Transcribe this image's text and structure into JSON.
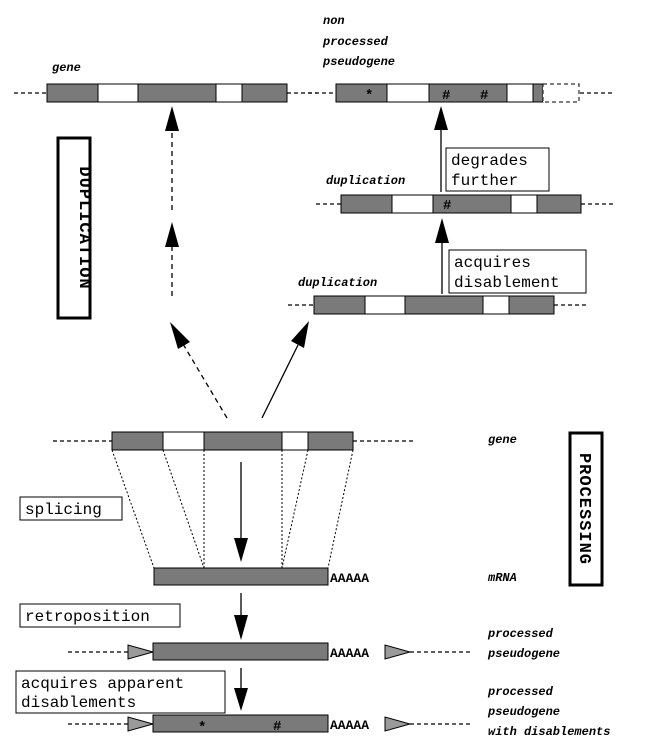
{
  "labels": {
    "gene_top": "gene",
    "non_processed_pseudogene": [
      "non",
      "processed",
      "pseudogene"
    ],
    "duplication_upper": "duplication",
    "duplication_lower": "duplication",
    "degrades_further": [
      "degrades",
      "further"
    ],
    "acquires_disablement": [
      "acquires",
      "disablement"
    ],
    "gene_right": "gene",
    "mrna": "mRNA",
    "processed_pseudogene": [
      "processed",
      "pseudogene"
    ],
    "processed_pseudogene_with_disablements": [
      "processed",
      "pseudogene",
      "with disablements"
    ],
    "splicing": "splicing",
    "retroposition": "retroposition",
    "acquires_apparent_disablements": [
      "acquires apparent",
      "disablements"
    ],
    "duplication_title": "DUPLICATION",
    "processing_title": "PROCESSING"
  },
  "markers": {
    "stop": "*",
    "frameshift": "#",
    "polya": "AAAAA"
  },
  "colors": {
    "exon": "#7a7a7a",
    "intron": "#ffffff",
    "target_site_duplication": "#9a9a9a"
  }
}
